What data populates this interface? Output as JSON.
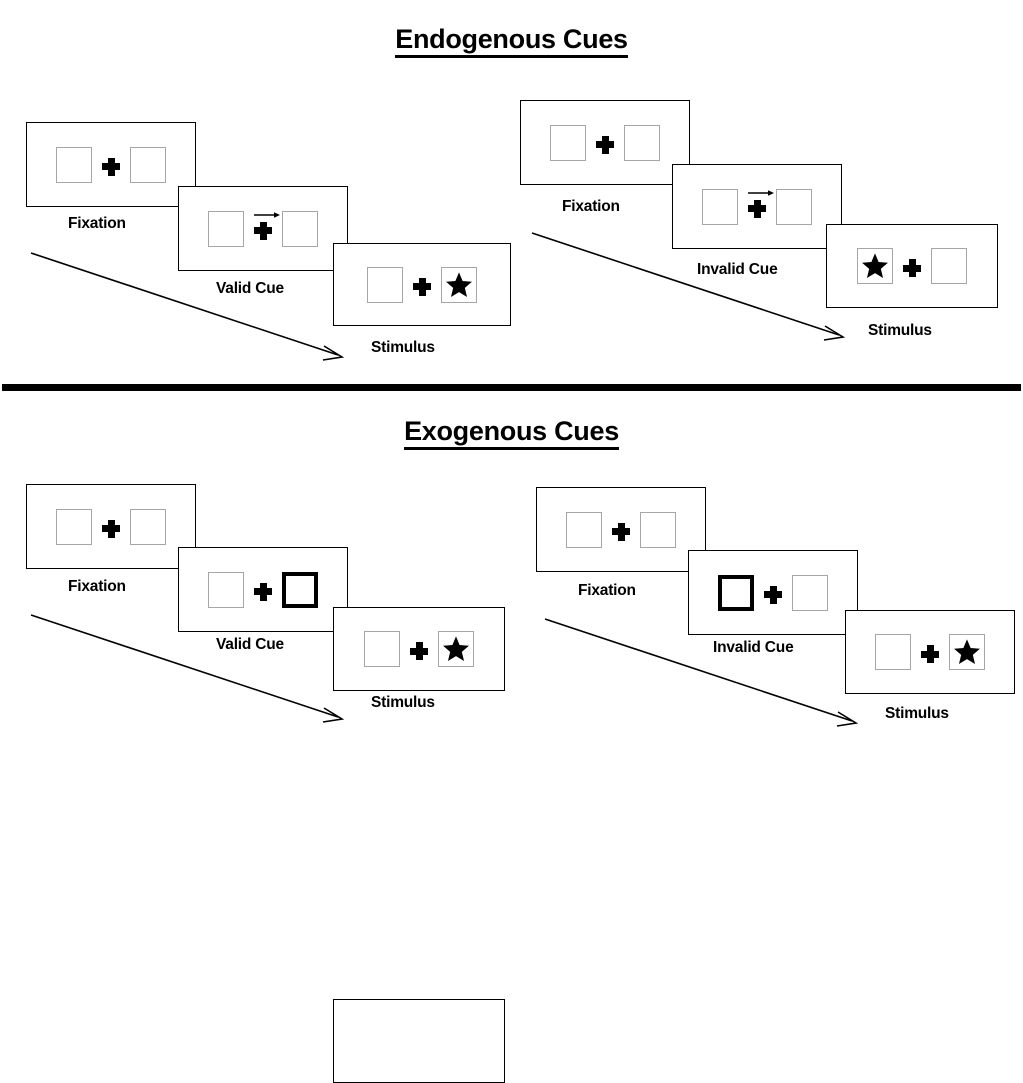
{
  "sections": [
    {
      "id": "endogenous",
      "title": "Endogenous Cues",
      "cue_type": "arrow",
      "columns": [
        {
          "id": "endogenous-valid",
          "panels": [
            {
              "stage": "Fixation",
              "left_box": "empty",
              "right_box": "empty",
              "cue": "none",
              "cue_direction": ""
            },
            {
              "stage": "Valid Cue",
              "left_box": "empty",
              "right_box": "empty",
              "cue": "arrow",
              "cue_direction": "right"
            },
            {
              "stage": "Stimulus",
              "left_box": "empty",
              "right_box": "star",
              "cue": "none",
              "cue_direction": ""
            }
          ],
          "time_arrow_label": ""
        },
        {
          "id": "endogenous-invalid",
          "panels": [
            {
              "stage": "Fixation",
              "left_box": "empty",
              "right_box": "empty",
              "cue": "none",
              "cue_direction": ""
            },
            {
              "stage": "Invalid Cue",
              "left_box": "empty",
              "right_box": "empty",
              "cue": "arrow",
              "cue_direction": "right"
            },
            {
              "stage": "Stimulus",
              "left_box": "star",
              "right_box": "empty",
              "cue": "none",
              "cue_direction": ""
            }
          ],
          "time_arrow_label": ""
        }
      ]
    },
    {
      "id": "exogenous",
      "title": "Exogenous Cues",
      "cue_type": "box-highlight",
      "columns": [
        {
          "id": "exogenous-valid",
          "panels": [
            {
              "stage": "Fixation",
              "left_box": "empty",
              "right_box": "empty",
              "cue": "none",
              "cue_direction": ""
            },
            {
              "stage": "Valid Cue",
              "left_box": "empty",
              "right_box": "cued",
              "cue": "box-highlight",
              "cue_direction": "right"
            },
            {
              "stage": "Stimulus",
              "left_box": "empty",
              "right_box": "star",
              "cue": "none",
              "cue_direction": ""
            }
          ],
          "time_arrow_label": ""
        },
        {
          "id": "exogenous-invalid",
          "panels": [
            {
              "stage": "Fixation",
              "left_box": "empty",
              "right_box": "empty",
              "cue": "none",
              "cue_direction": ""
            },
            {
              "stage": "Invalid Cue",
              "left_box": "cued",
              "right_box": "empty",
              "cue": "box-highlight",
              "cue_direction": "left"
            },
            {
              "stage": "Stimulus",
              "left_box": "empty",
              "right_box": "star",
              "cue": "none",
              "cue_direction": ""
            }
          ],
          "time_arrow_label": ""
        }
      ]
    }
  ],
  "colors": {
    "background": "#ffffff",
    "ink": "#000000",
    "box_border": "#a6a6a6",
    "panel_border": "#000000",
    "cued_box_border": "#000000"
  }
}
